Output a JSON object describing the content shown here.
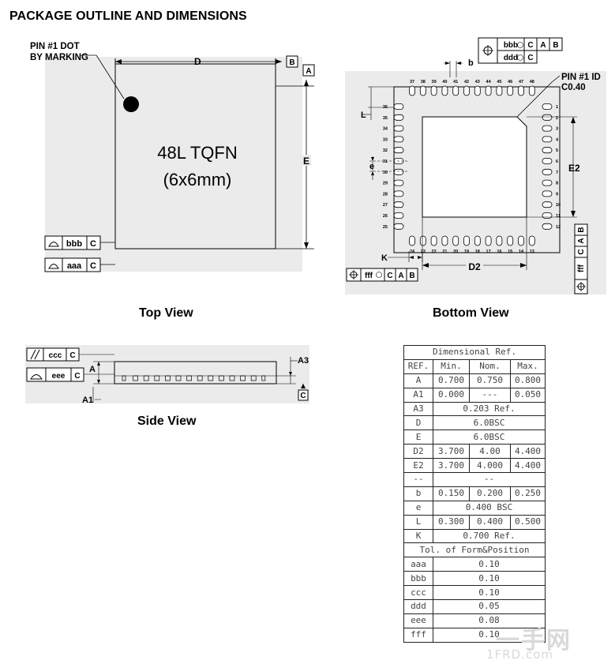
{
  "title": "PACKAGE OUTLINE AND DIMENSIONS",
  "top_view": {
    "caption": "Top View",
    "pin1_note_line1": "PIN #1 DOT",
    "pin1_note_line2": "BY MARKING",
    "package_line1": "48L TQFN",
    "package_line2": "(6x6mm)",
    "dim_D": "D",
    "dim_E": "E",
    "datum_B": "B",
    "datum_A": "A",
    "tol_bbb": "bbb",
    "tol_aaa": "aaa",
    "datum_C": "C"
  },
  "bottom_view": {
    "caption": "Bottom View",
    "pin1_id_line1": "PIN #1 ID",
    "pin1_id_line2": "C0.40",
    "dim_b": "b",
    "dim_L": "L",
    "dim_e": "e",
    "dim_E2": "E2",
    "dim_D2": "D2",
    "dim_K": "K",
    "fcf_top_bbb": "bbb",
    "fcf_top_ddd": "ddd",
    "fcf_fff": "fff",
    "datum_A": "A",
    "datum_B": "B",
    "datum_C": "C",
    "top_pins": [
      "37",
      "38",
      "39",
      "40",
      "41",
      "42",
      "43",
      "44",
      "45",
      "46",
      "47",
      "48"
    ],
    "right_pins": [
      "1",
      "2",
      "3",
      "4",
      "5",
      "6",
      "7",
      "8",
      "9",
      "10",
      "11",
      "12"
    ],
    "bottom_pins": [
      "24",
      "23",
      "22",
      "21",
      "20",
      "19",
      "18",
      "17",
      "16",
      "15",
      "14",
      "13"
    ],
    "left_pins": [
      "36",
      "35",
      "34",
      "33",
      "32",
      "31",
      "30",
      "29",
      "28",
      "27",
      "26",
      "25"
    ]
  },
  "side_view": {
    "caption": "Side View",
    "tol_ccc": "ccc",
    "tol_eee": "eee",
    "datum_C": "C",
    "dim_A": "A",
    "dim_A1": "A1",
    "dim_A3": "A3"
  },
  "dimensional_table": {
    "title": "Dimensional Ref.",
    "headers": [
      "REF.",
      "Min.",
      "Nom.",
      "Max."
    ],
    "rows": [
      {
        "ref": "A",
        "min": "0.700",
        "nom": "0.750",
        "max": "0.800"
      },
      {
        "ref": "A1",
        "min": "0.000",
        "nom": "---",
        "max": "0.050"
      },
      {
        "ref": "A3",
        "span": "0.203 Ref."
      },
      {
        "ref": "D",
        "span": "6.0BSC"
      },
      {
        "ref": "E",
        "span": "6.0BSC"
      },
      {
        "ref": "D2",
        "min": "3.700",
        "nom": "4.00",
        "max": "4.400"
      },
      {
        "ref": "E2",
        "min": "3.700",
        "nom": "4.000",
        "max": "4.400"
      },
      {
        "ref": "--",
        "span": "--"
      },
      {
        "ref": "b",
        "min": "0.150",
        "nom": "0.200",
        "max": "0.250"
      },
      {
        "ref": "e",
        "span": "0.400 BSC"
      },
      {
        "ref": "L",
        "min": "0.300",
        "nom": "0.400",
        "max": "0.500"
      },
      {
        "ref": "K",
        "span": "0.700 Ref."
      }
    ],
    "tolerance_title": "Tol. of Form&Position",
    "tolerances": [
      {
        "ref": "aaa",
        "value": "0.10"
      },
      {
        "ref": "bbb",
        "value": "0.10"
      },
      {
        "ref": "ccc",
        "value": "0.10"
      },
      {
        "ref": "ddd",
        "value": "0.05"
      },
      {
        "ref": "eee",
        "value": "0.08"
      },
      {
        "ref": "fff",
        "value": "0.10"
      }
    ]
  },
  "watermark": {
    "chinese": "一手网",
    "url": "1FRD.com"
  }
}
